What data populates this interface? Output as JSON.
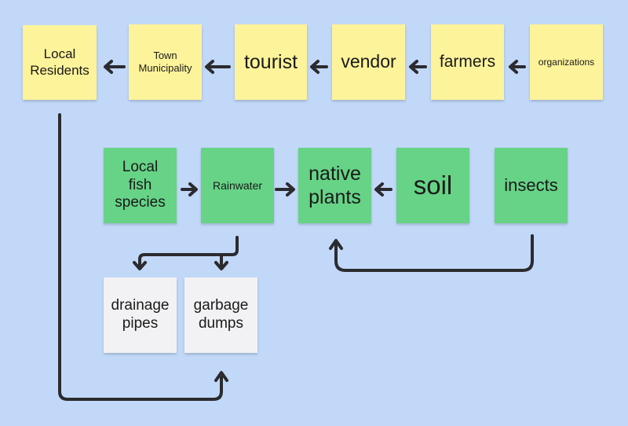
{
  "colors": {
    "background": "#c2d8f8",
    "stakeholder_note": "#fdf39a",
    "ecosystem_note": "#66d386",
    "infrastructure_note": "#f2f2f4",
    "arrow": "#2b2b2f"
  },
  "notes": {
    "local_residents": "Local\nResidents",
    "town_municipality": "Town\nMunicipality",
    "tourist": "tourist",
    "vendor": "vendor",
    "farmers": "farmers",
    "organizations": "organizations",
    "local_fish_species": "Local\nfish\nspecies",
    "rainwater": "Rainwater",
    "native_plants": "native\nplants",
    "soil": "soil",
    "insects": "insects",
    "drainage_pipes": "drainage\npipes",
    "garbage_dumps": "garbage\ndumps"
  }
}
